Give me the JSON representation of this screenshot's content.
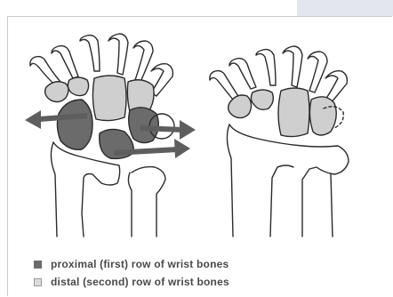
{
  "colors": {
    "proximal_row": "#6b6b6b",
    "distal_row": "#cfcfcf",
    "arrow": "#5e5e5e",
    "outline": "#2b2b2b",
    "corner_tab": "#e3e6ef"
  },
  "diagram": {
    "left_hand": "wrist-with-separation-arrows",
    "right_hand": "wrist-at-rest"
  },
  "legend": {
    "items": [
      {
        "label": "proximal (first) row of wrist bones",
        "swatch": "proximal"
      },
      {
        "label": "distal (second) row of wrist bones",
        "swatch": "distal"
      }
    ]
  }
}
